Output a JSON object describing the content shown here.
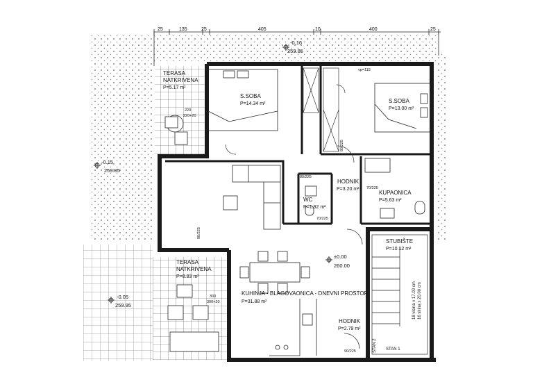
{
  "dimensions": {
    "top": [
      "25",
      "135",
      "25",
      "405",
      "10",
      "400",
      "25"
    ]
  },
  "levels": [
    {
      "id": "top",
      "a": "-0.16",
      "b": "259.85"
    },
    {
      "id": "left",
      "a": "-0.15",
      "b": "259.85"
    },
    {
      "id": "center",
      "a": "±0.00",
      "b": "260.00"
    },
    {
      "id": "bottom",
      "a": "-0.05",
      "b": "259.95"
    }
  ],
  "rooms": [
    {
      "id": "terasa-top",
      "lines": [
        "TERASA",
        "NATKRIVENA"
      ],
      "area": "P=5.17 m²"
    },
    {
      "id": "ssoba-1",
      "lines": [
        "S.SOBA"
      ],
      "area": "P=14.34 m²"
    },
    {
      "id": "ssoba-2",
      "lines": [
        "S.SOBA"
      ],
      "area": "P=13.00 m²"
    },
    {
      "id": "hodnik-1",
      "lines": [
        "HODNIK"
      ],
      "area": "P=3.20 m²"
    },
    {
      "id": "kupaonica",
      "lines": [
        "KUPAONICA"
      ],
      "area": "P=5.63 m²"
    },
    {
      "id": "wc",
      "lines": [
        "WC"
      ],
      "area": "P=1.92 m²"
    },
    {
      "id": "stubiste",
      "lines": [
        "STUBIŠTE"
      ],
      "area": "P=10.12 m²"
    },
    {
      "id": "terasa-bottom",
      "lines": [
        "TERASA",
        "NATKRIVENA"
      ],
      "area": "P=8.83 m²"
    },
    {
      "id": "kuhinja",
      "lines": [
        "KUHINJA - BLAGOVAONICA - DNEVNI PROSTOR"
      ],
      "area": "P=31.88 m²"
    },
    {
      "id": "hodnik-2",
      "lines": [
        "HODNIK"
      ],
      "area": "P=2.79 m²"
    }
  ],
  "doors": [
    {
      "id": "d1",
      "text": "80/225"
    },
    {
      "id": "d2",
      "text": "80/225"
    },
    {
      "id": "d3",
      "text": "70/225"
    },
    {
      "id": "d4",
      "text": "70/225"
    },
    {
      "id": "d5",
      "text": "80/225"
    },
    {
      "id": "d6",
      "text": "90/225"
    },
    {
      "id": "w1",
      "text": "220"
    },
    {
      "id": "w1b",
      "text": "220+20"
    },
    {
      "id": "w2",
      "text": "300"
    },
    {
      "id": "w2b",
      "text": "300+20"
    },
    {
      "id": "vp",
      "text": "vp=115"
    }
  ],
  "stair_notes": [
    "18 visina x 17.00 cm",
    "16 sirina x 20.00 cm"
  ],
  "stan_labels": [
    "STAN 2",
    "STAN 1"
  ],
  "colors": {
    "wall": "#1a1a1a",
    "paving": "#555555",
    "line": "#222222"
  }
}
